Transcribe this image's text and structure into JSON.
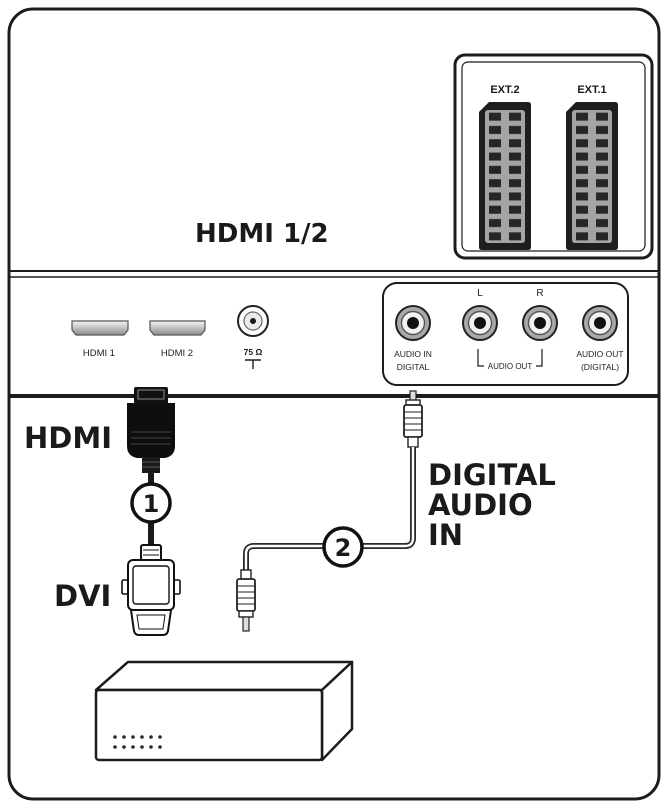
{
  "scart": {
    "ext2": "EXT.2",
    "ext1": "EXT.1"
  },
  "panel": {
    "title": "HDMI 1/2",
    "hdmi1": "HDMI 1",
    "hdmi2": "HDMI 2",
    "antenna": "75 Ω",
    "audio": {
      "left": "L",
      "right": "R",
      "audio_in_digital": [
        "AUDIO IN",
        "DIGITAL"
      ],
      "audio_out": "AUDIO OUT",
      "audio_out_digital": [
        "AUDIO OUT",
        "(DIGITAL)"
      ]
    }
  },
  "cables": {
    "hdmi_label": "HDMI",
    "dvi_label": "DVI",
    "step1": "1",
    "step2": "2",
    "digital_audio_in": [
      "DIGITAL",
      "AUDIO",
      "IN"
    ]
  },
  "icons": {
    "hdmi_port": "hdmi-port-icon",
    "antenna": "antenna-socket-icon",
    "rca_jack": "rca-jack-icon",
    "scart": "scart-connector-icon",
    "device": "set-top-box-icon"
  }
}
